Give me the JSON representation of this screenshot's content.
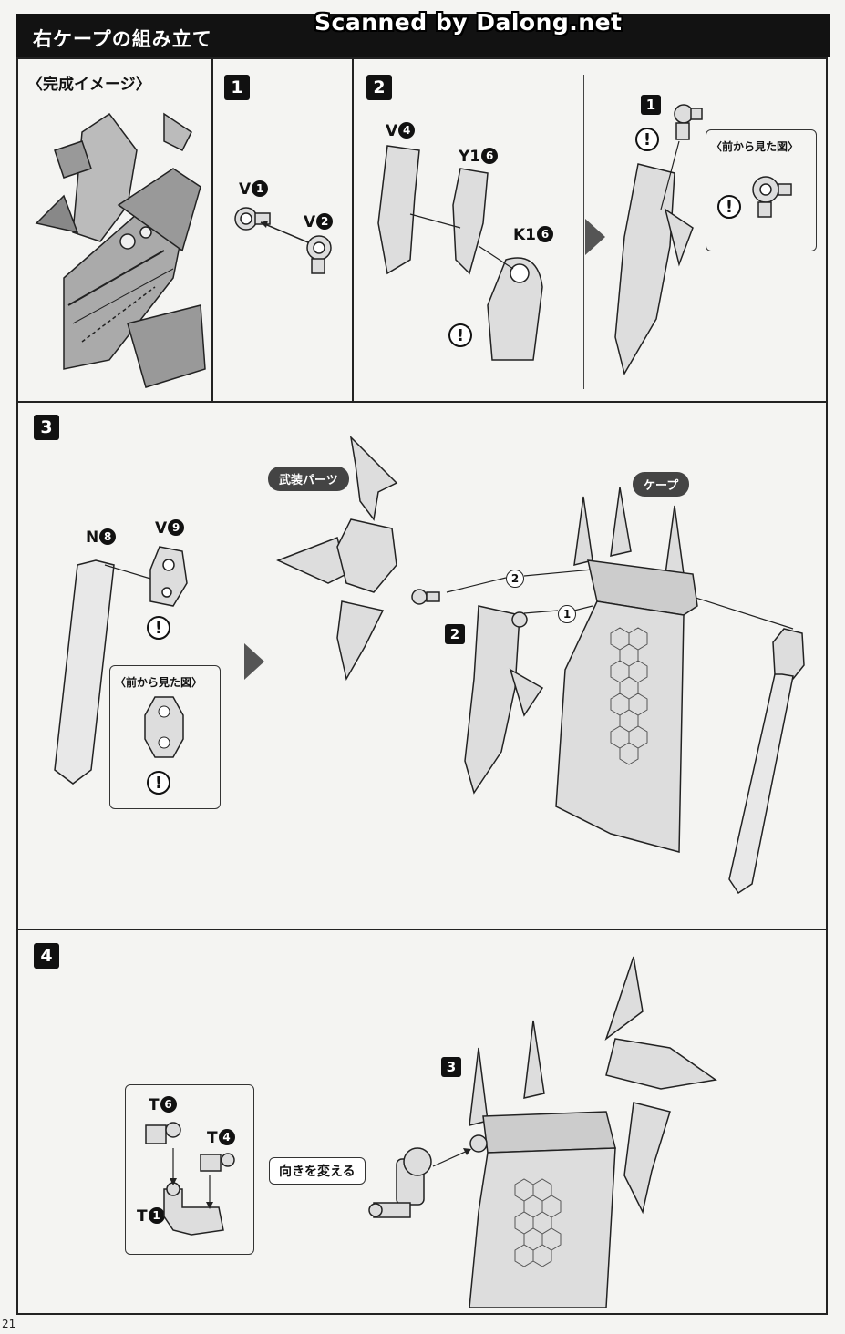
{
  "header": {
    "title": "右ケープの組み立て"
  },
  "watermark": "Scanned by Dalong.net",
  "completed": {
    "label": "〈完成イメージ〉"
  },
  "steps": {
    "s1": {
      "number": "1",
      "parts": [
        {
          "letter": "V",
          "num": "1"
        },
        {
          "letter": "V",
          "num": "2"
        }
      ]
    },
    "s2": {
      "number": "2",
      "parts": [
        {
          "letter": "V",
          "num": "4"
        },
        {
          "letter": "Y1",
          "num": "6"
        },
        {
          "letter": "K1",
          "num": "6"
        }
      ],
      "sub_step": "1",
      "front_view_label": "〈前から見た図〉"
    },
    "s3": {
      "number": "3",
      "parts": [
        {
          "letter": "N",
          "num": "8"
        },
        {
          "letter": "V",
          "num": "9"
        }
      ],
      "front_view_label": "〈前から見た図〉",
      "weapon_label": "武装パーツ",
      "cape_label": "ケープ",
      "order_1": "1",
      "order_2": "2",
      "ref_step": "2"
    },
    "s4": {
      "number": "4",
      "parts": [
        {
          "letter": "T",
          "num": "6"
        },
        {
          "letter": "T",
          "num": "4"
        },
        {
          "letter": "T",
          "num": "1"
        }
      ],
      "turn_label": "向きを変える",
      "ref_step": "3"
    }
  },
  "caution_mark": "!",
  "page_number": "21"
}
